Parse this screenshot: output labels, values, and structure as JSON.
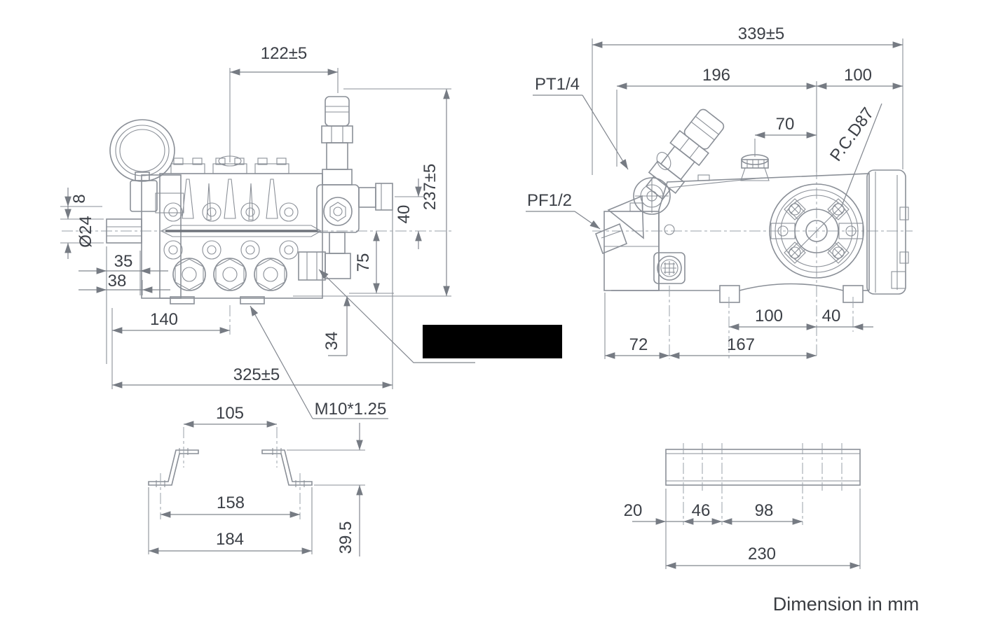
{
  "page": {
    "background": "#ffffff",
    "footer_note": "Dimension in mm"
  },
  "colors": {
    "line": "#8a8f97",
    "text": "#3c4047",
    "centerline": "#9aa0a8",
    "redaction": "#000000"
  },
  "side_view": {
    "labels": {
      "thread_callout": "M10*1.25"
    },
    "dims": {
      "valve_offset": "122±5",
      "overall_height": "237±5",
      "outlet_height": "40",
      "centerline_to_base": "75",
      "base_drop": "34",
      "key_height": "8",
      "shaft_diameter": "Ø24",
      "shaft_length_1": "35",
      "shaft_length_2": "38",
      "face_to_center": "140",
      "overall_length": "325±5"
    }
  },
  "front_view": {
    "labels": {
      "port_top": "PT1/4",
      "port_side": "PF1/2",
      "pitch_circle": "P.C.D87"
    },
    "dims": {
      "overall_length": "339±5",
      "body_length": "196",
      "flange_length": "100",
      "cap_offset": "70",
      "foot_to_flange": "100",
      "flange_to_foot": "40",
      "inlet_offset": "72",
      "foot_span": "167"
    }
  },
  "bracket_view": {
    "dims": {
      "top_hole_span": "105",
      "mid_hole_span": "158",
      "overall_width": "184",
      "height": "39.5"
    }
  },
  "rail_view": {
    "dims": {
      "end_to_hole": "20",
      "hole_pitch_small": "46",
      "hole_pitch_large": "98",
      "overall_length": "230"
    }
  }
}
